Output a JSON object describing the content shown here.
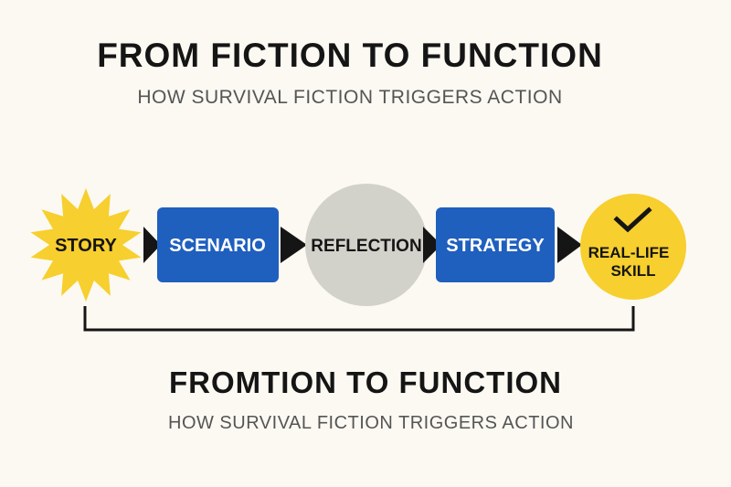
{
  "header": {
    "title": "FROM FICTION TO FUNCTION",
    "subtitle": "HOW SURVIVAL FICTION TRIGGERS ACTION"
  },
  "flow": {
    "nodes": [
      {
        "id": "story",
        "label": "STORY",
        "shape": "starburst",
        "color": "#f7cf2e"
      },
      {
        "id": "scenario",
        "label": "SCENARIO",
        "shape": "rounded-rectangle",
        "color": "#1f5fbe"
      },
      {
        "id": "reflection",
        "label": "REFLECTION",
        "shape": "circle",
        "color": "#d2d1ca"
      },
      {
        "id": "strategy",
        "label": "STRATEGY",
        "shape": "rounded-rectangle",
        "color": "#1f5fbe"
      },
      {
        "id": "real-life-skill",
        "label_line1": "REAL-LIFE",
        "label_line2": "SKILL",
        "shape": "circle",
        "color": "#f7cf2e",
        "icon": "checkmark-icon"
      }
    ],
    "arrow_icon": "triangle-arrow-right",
    "arrow_color": "#151515"
  },
  "footer": {
    "title": "FROMTION TO FUNCTION",
    "subtitle": "HOW SURVIVAL FICTION TRIGGERS ACTION"
  }
}
